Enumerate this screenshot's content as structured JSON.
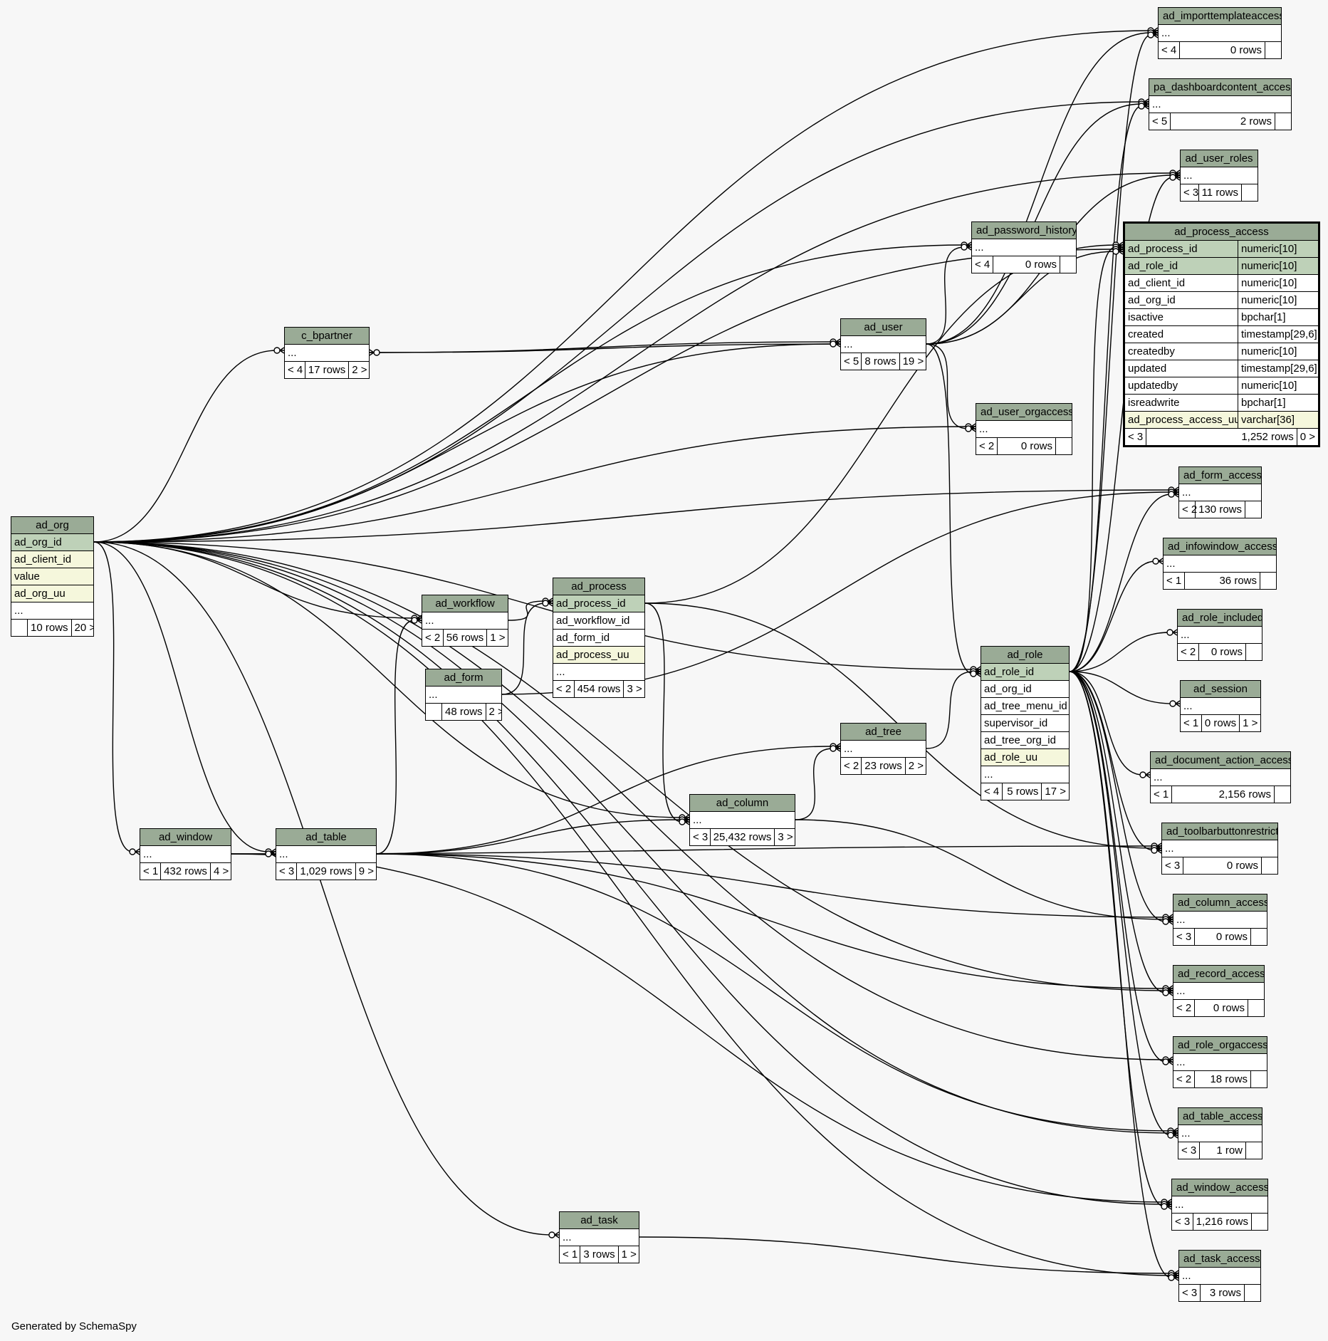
{
  "footer": "Generated by SchemaSpy",
  "tables": [
    {
      "id": "ad_importtemplateaccess",
      "name": "ad_importtemplateaccess",
      "cols": [
        {
          "n": "..."
        }
      ],
      "foot": [
        "< 4",
        "0 rows",
        ""
      ]
    },
    {
      "id": "pa_dashboardcontent_access",
      "name": "pa_dashboardcontent_access",
      "cols": [
        {
          "n": "..."
        }
      ],
      "foot": [
        "< 5",
        "2 rows",
        ""
      ]
    },
    {
      "id": "ad_user_roles",
      "name": "ad_user_roles",
      "cols": [
        {
          "n": "..."
        }
      ],
      "foot": [
        "< 3",
        "11 rows",
        ""
      ]
    },
    {
      "id": "ad_process_access",
      "name": "ad_process_access",
      "selected": true,
      "cols": [
        {
          "n": "ad_process_id",
          "t": "numeric[10]",
          "k": "pk"
        },
        {
          "n": "ad_role_id",
          "t": "numeric[10]",
          "k": "pk"
        },
        {
          "n": "ad_client_id",
          "t": "numeric[10]"
        },
        {
          "n": "ad_org_id",
          "t": "numeric[10]"
        },
        {
          "n": "isactive",
          "t": "bpchar[1]"
        },
        {
          "n": "created",
          "t": "timestamp[29,6]"
        },
        {
          "n": "createdby",
          "t": "numeric[10]"
        },
        {
          "n": "updated",
          "t": "timestamp[29,6]"
        },
        {
          "n": "updatedby",
          "t": "numeric[10]"
        },
        {
          "n": "isreadwrite",
          "t": "bpchar[1]"
        },
        {
          "n": "ad_process_access_uu",
          "t": "varchar[36]",
          "k": "idx"
        }
      ],
      "foot": [
        "< 3",
        "1,252 rows",
        "0 >"
      ]
    },
    {
      "id": "ad_password_history",
      "name": "ad_password_history",
      "cols": [
        {
          "n": "..."
        }
      ],
      "foot": [
        "< 4",
        "0 rows",
        ""
      ]
    },
    {
      "id": "c_bpartner",
      "name": "c_bpartner",
      "cols": [
        {
          "n": "..."
        }
      ],
      "foot": [
        "< 4",
        "17 rows",
        "2 >"
      ]
    },
    {
      "id": "ad_user",
      "name": "ad_user",
      "cols": [
        {
          "n": "..."
        }
      ],
      "foot": [
        "< 5",
        "8 rows",
        "19 >"
      ]
    },
    {
      "id": "ad_user_orgaccess",
      "name": "ad_user_orgaccess",
      "cols": [
        {
          "n": "..."
        }
      ],
      "foot": [
        "< 2",
        "0 rows",
        ""
      ]
    },
    {
      "id": "ad_org",
      "name": "ad_org",
      "cols": [
        {
          "n": "ad_org_id",
          "k": "pk"
        },
        {
          "n": "ad_client_id",
          "k": "idx"
        },
        {
          "n": "value",
          "k": "idx"
        },
        {
          "n": "ad_org_uu",
          "k": "idx"
        },
        {
          "n": "..."
        }
      ],
      "foot": [
        "",
        "10 rows",
        "20 >"
      ]
    },
    {
      "id": "ad_form_access",
      "name": "ad_form_access",
      "cols": [
        {
          "n": "..."
        }
      ],
      "foot": [
        "< 2",
        "130 rows",
        ""
      ]
    },
    {
      "id": "ad_infowindow_access",
      "name": "ad_infowindow_access",
      "cols": [
        {
          "n": "..."
        }
      ],
      "foot": [
        "< 1",
        "36 rows",
        ""
      ]
    },
    {
      "id": "ad_process",
      "name": "ad_process",
      "cols": [
        {
          "n": "ad_process_id",
          "k": "pk"
        },
        {
          "n": "ad_workflow_id"
        },
        {
          "n": "ad_form_id"
        },
        {
          "n": "ad_process_uu",
          "k": "idx"
        },
        {
          "n": "..."
        }
      ],
      "foot": [
        "< 2",
        "454 rows",
        "3 >"
      ]
    },
    {
      "id": "ad_workflow",
      "name": "ad_workflow",
      "cols": [
        {
          "n": "..."
        }
      ],
      "foot": [
        "< 2",
        "56 rows",
        "1 >"
      ]
    },
    {
      "id": "ad_role_included",
      "name": "ad_role_included",
      "cols": [
        {
          "n": "..."
        }
      ],
      "foot": [
        "< 2",
        "0 rows",
        ""
      ]
    },
    {
      "id": "ad_role",
      "name": "ad_role",
      "cols": [
        {
          "n": "ad_role_id",
          "k": "pk"
        },
        {
          "n": "ad_org_id"
        },
        {
          "n": "ad_tree_menu_id"
        },
        {
          "n": "supervisor_id"
        },
        {
          "n": "ad_tree_org_id"
        },
        {
          "n": "ad_role_uu",
          "k": "idx"
        },
        {
          "n": "..."
        }
      ],
      "foot": [
        "< 4",
        "5 rows",
        "17 >"
      ]
    },
    {
      "id": "ad_form",
      "name": "ad_form",
      "cols": [
        {
          "n": "..."
        }
      ],
      "foot": [
        "",
        "48 rows",
        "2 >"
      ]
    },
    {
      "id": "ad_session",
      "name": "ad_session",
      "cols": [
        {
          "n": "..."
        }
      ],
      "foot": [
        "< 1",
        "0 rows",
        "1 >"
      ]
    },
    {
      "id": "ad_tree",
      "name": "ad_tree",
      "cols": [
        {
          "n": "..."
        }
      ],
      "foot": [
        "< 2",
        "23 rows",
        "2 >"
      ]
    },
    {
      "id": "ad_document_action_access",
      "name": "ad_document_action_access",
      "cols": [
        {
          "n": "..."
        }
      ],
      "foot": [
        "< 1",
        "2,156 rows",
        ""
      ]
    },
    {
      "id": "ad_column",
      "name": "ad_column",
      "cols": [
        {
          "n": "..."
        }
      ],
      "foot": [
        "< 3",
        "25,432 rows",
        "3 >"
      ]
    },
    {
      "id": "ad_window",
      "name": "ad_window",
      "cols": [
        {
          "n": "..."
        }
      ],
      "foot": [
        "< 1",
        "432 rows",
        "4 >"
      ]
    },
    {
      "id": "ad_table",
      "name": "ad_table",
      "cols": [
        {
          "n": "..."
        }
      ],
      "foot": [
        "< 3",
        "1,029 rows",
        "9 >"
      ]
    },
    {
      "id": "ad_toolbarbuttonrestrict",
      "name": "ad_toolbarbuttonrestrict",
      "cols": [
        {
          "n": "..."
        }
      ],
      "foot": [
        "< 3",
        "0 rows",
        ""
      ]
    },
    {
      "id": "ad_column_access",
      "name": "ad_column_access",
      "cols": [
        {
          "n": "..."
        }
      ],
      "foot": [
        "< 3",
        "0 rows",
        ""
      ]
    },
    {
      "id": "ad_record_access",
      "name": "ad_record_access",
      "cols": [
        {
          "n": "..."
        }
      ],
      "foot": [
        "< 2",
        "0 rows",
        ""
      ]
    },
    {
      "id": "ad_role_orgaccess",
      "name": "ad_role_orgaccess",
      "cols": [
        {
          "n": "..."
        }
      ],
      "foot": [
        "< 2",
        "18 rows",
        ""
      ]
    },
    {
      "id": "ad_table_access",
      "name": "ad_table_access",
      "cols": [
        {
          "n": "..."
        }
      ],
      "foot": [
        "< 3",
        "1 row",
        ""
      ]
    },
    {
      "id": "ad_window_access",
      "name": "ad_window_access",
      "cols": [
        {
          "n": "..."
        }
      ],
      "foot": [
        "< 3",
        "1,216 rows",
        ""
      ]
    },
    {
      "id": "ad_task",
      "name": "ad_task",
      "cols": [
        {
          "n": "..."
        }
      ],
      "foot": [
        "< 1",
        "3 rows",
        "1 >"
      ]
    },
    {
      "id": "ad_task_access",
      "name": "ad_task_access",
      "cols": [
        {
          "n": "..."
        }
      ],
      "foot": [
        "< 3",
        "3 rows",
        ""
      ]
    }
  ],
  "relationships": [
    {
      "from": "ad_org",
      "to": "ad_importtemplateaccess"
    },
    {
      "from": "ad_user",
      "to": "ad_importtemplateaccess"
    },
    {
      "from": "ad_role",
      "to": "ad_importtemplateaccess"
    },
    {
      "from": "ad_org",
      "to": "pa_dashboardcontent_access"
    },
    {
      "from": "ad_user",
      "to": "pa_dashboardcontent_access"
    },
    {
      "from": "ad_role",
      "to": "pa_dashboardcontent_access"
    },
    {
      "from": "ad_org",
      "to": "ad_user_roles"
    },
    {
      "from": "ad_user",
      "to": "ad_user_roles"
    },
    {
      "from": "ad_role",
      "to": "ad_user_roles"
    },
    {
      "from": "ad_process",
      "to": "ad_process_access"
    },
    {
      "from": "ad_role",
      "to": "ad_process_access"
    },
    {
      "from": "ad_org",
      "to": "ad_process_access"
    },
    {
      "from": "ad_user",
      "to": "ad_process_access"
    },
    {
      "from": "ad_org",
      "to": "ad_password_history"
    },
    {
      "from": "ad_user",
      "to": "ad_password_history"
    },
    {
      "from": "ad_org",
      "to": "c_bpartner"
    },
    {
      "from": "ad_user",
      "to": "c_bpartner"
    },
    {
      "from": "c_bpartner",
      "to": "ad_user"
    },
    {
      "from": "ad_org",
      "to": "ad_user"
    },
    {
      "from": "ad_org",
      "to": "ad_user_orgaccess"
    },
    {
      "from": "ad_user",
      "to": "ad_user_orgaccess"
    },
    {
      "from": "ad_org",
      "to": "ad_form_access"
    },
    {
      "from": "ad_form",
      "to": "ad_form_access"
    },
    {
      "from": "ad_role",
      "to": "ad_form_access"
    },
    {
      "from": "ad_role",
      "to": "ad_infowindow_access"
    },
    {
      "from": "ad_role",
      "to": "ad_role_included"
    },
    {
      "from": "ad_workflow",
      "to": "ad_process"
    },
    {
      "from": "ad_form",
      "to": "ad_process"
    },
    {
      "from": "ad_org",
      "to": "ad_workflow"
    },
    {
      "from": "ad_table",
      "to": "ad_workflow"
    },
    {
      "from": "ad_org",
      "to": "ad_role"
    },
    {
      "from": "ad_tree",
      "to": "ad_role"
    },
    {
      "from": "ad_user",
      "to": "ad_role"
    },
    {
      "from": "ad_role",
      "to": "ad_session"
    },
    {
      "from": "ad_table",
      "to": "ad_tree"
    },
    {
      "from": "ad_column",
      "to": "ad_tree"
    },
    {
      "from": "ad_role",
      "to": "ad_document_action_access"
    },
    {
      "from": "ad_org",
      "to": "ad_column"
    },
    {
      "from": "ad_table",
      "to": "ad_column"
    },
    {
      "from": "ad_process",
      "to": "ad_column"
    },
    {
      "from": "ad_org",
      "to": "ad_window"
    },
    {
      "from": "ad_org",
      "to": "ad_table"
    },
    {
      "from": "ad_window",
      "to": "ad_table"
    },
    {
      "from": "ad_window",
      "to": "ad_toolbarbuttonrestrict"
    },
    {
      "from": "ad_process",
      "to": "ad_toolbarbuttonrestrict"
    },
    {
      "from": "ad_role",
      "to": "ad_toolbarbuttonrestrict"
    },
    {
      "from": "ad_table",
      "to": "ad_column_access"
    },
    {
      "from": "ad_column",
      "to": "ad_column_access"
    },
    {
      "from": "ad_role",
      "to": "ad_column_access"
    },
    {
      "from": "ad_table",
      "to": "ad_record_access"
    },
    {
      "from": "ad_org",
      "to": "ad_record_access"
    },
    {
      "from": "ad_role",
      "to": "ad_record_access"
    },
    {
      "from": "ad_org",
      "to": "ad_role_orgaccess"
    },
    {
      "from": "ad_role",
      "to": "ad_role_orgaccess"
    },
    {
      "from": "ad_table",
      "to": "ad_table_access"
    },
    {
      "from": "ad_org",
      "to": "ad_table_access"
    },
    {
      "from": "ad_role",
      "to": "ad_table_access"
    },
    {
      "from": "ad_window",
      "to": "ad_window_access"
    },
    {
      "from": "ad_org",
      "to": "ad_window_access"
    },
    {
      "from": "ad_role",
      "to": "ad_window_access"
    },
    {
      "from": "ad_org",
      "to": "ad_task"
    },
    {
      "from": "ad_task",
      "to": "ad_task_access"
    },
    {
      "from": "ad_org",
      "to": "ad_task_access"
    },
    {
      "from": "ad_role",
      "to": "ad_task_access"
    }
  ]
}
